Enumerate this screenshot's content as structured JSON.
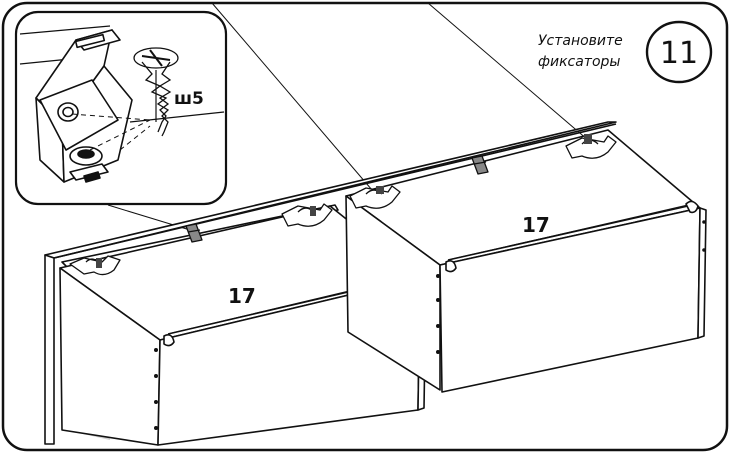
{
  "step": {
    "number": "11",
    "instruction_line1": "Установите",
    "instruction_line2": "фиксаторы"
  },
  "detail": {
    "screw_label": "ш5"
  },
  "cabinets": {
    "left_label": "17",
    "right_label": "17"
  },
  "colors": {
    "line": "#111111",
    "shade": "#d4d4d4",
    "dark": "#555555",
    "paper": "#ffffff"
  }
}
